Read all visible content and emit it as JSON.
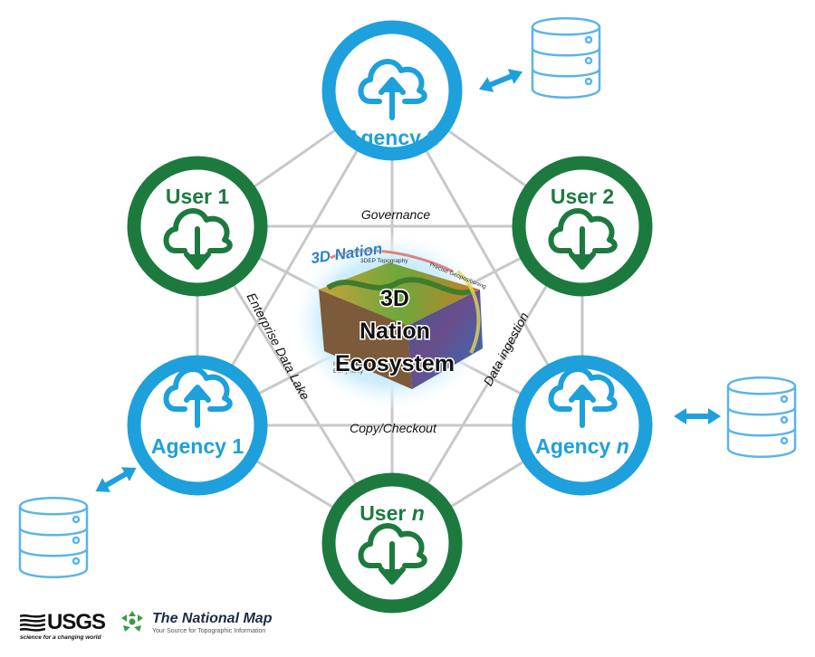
{
  "nodes": {
    "agency2": {
      "label": "Agency 2",
      "kind": "agency",
      "icon": "cloud-upload-icon"
    },
    "user1": {
      "label": "User 1",
      "kind": "user",
      "icon": "cloud-download-icon"
    },
    "user2": {
      "label": "User 2",
      "kind": "user",
      "icon": "cloud-download-icon"
    },
    "agency1": {
      "label": "Agency 1",
      "kind": "agency",
      "icon": "cloud-upload-icon"
    },
    "agencyn": {
      "label": "Agency ",
      "label_italic": "n",
      "kind": "agency",
      "icon": "cloud-upload-icon"
    },
    "usern": {
      "label": "User ",
      "label_italic": "n",
      "kind": "user",
      "icon": "cloud-download-icon"
    }
  },
  "edge_labels": {
    "top": "Governance",
    "left": "Enterprise Data Lake",
    "right": "Data ingestion",
    "bottom": "Copy/Checkout"
  },
  "center": {
    "title_lines": [
      "3D",
      "Nation",
      "Ecosystem"
    ],
    "logo_text": "3D Nation",
    "small_labels": [
      "3DEP Topography",
      "Precise Geopositioning",
      "Improved",
      "Bathymetry"
    ]
  },
  "databases": [
    "database-icon",
    "database-icon",
    "database-icon"
  ],
  "footer": {
    "usgs_logo": "USGS",
    "usgs_tagline": "science for a changing world",
    "tnm_title": "The National Map",
    "tnm_subtitle": "Your Source for Topographic Information"
  },
  "colors": {
    "agency": "#1ea0dc",
    "user": "#1d7a3f",
    "database": "#5ab4e8",
    "edges": "#c8c8c8"
  }
}
